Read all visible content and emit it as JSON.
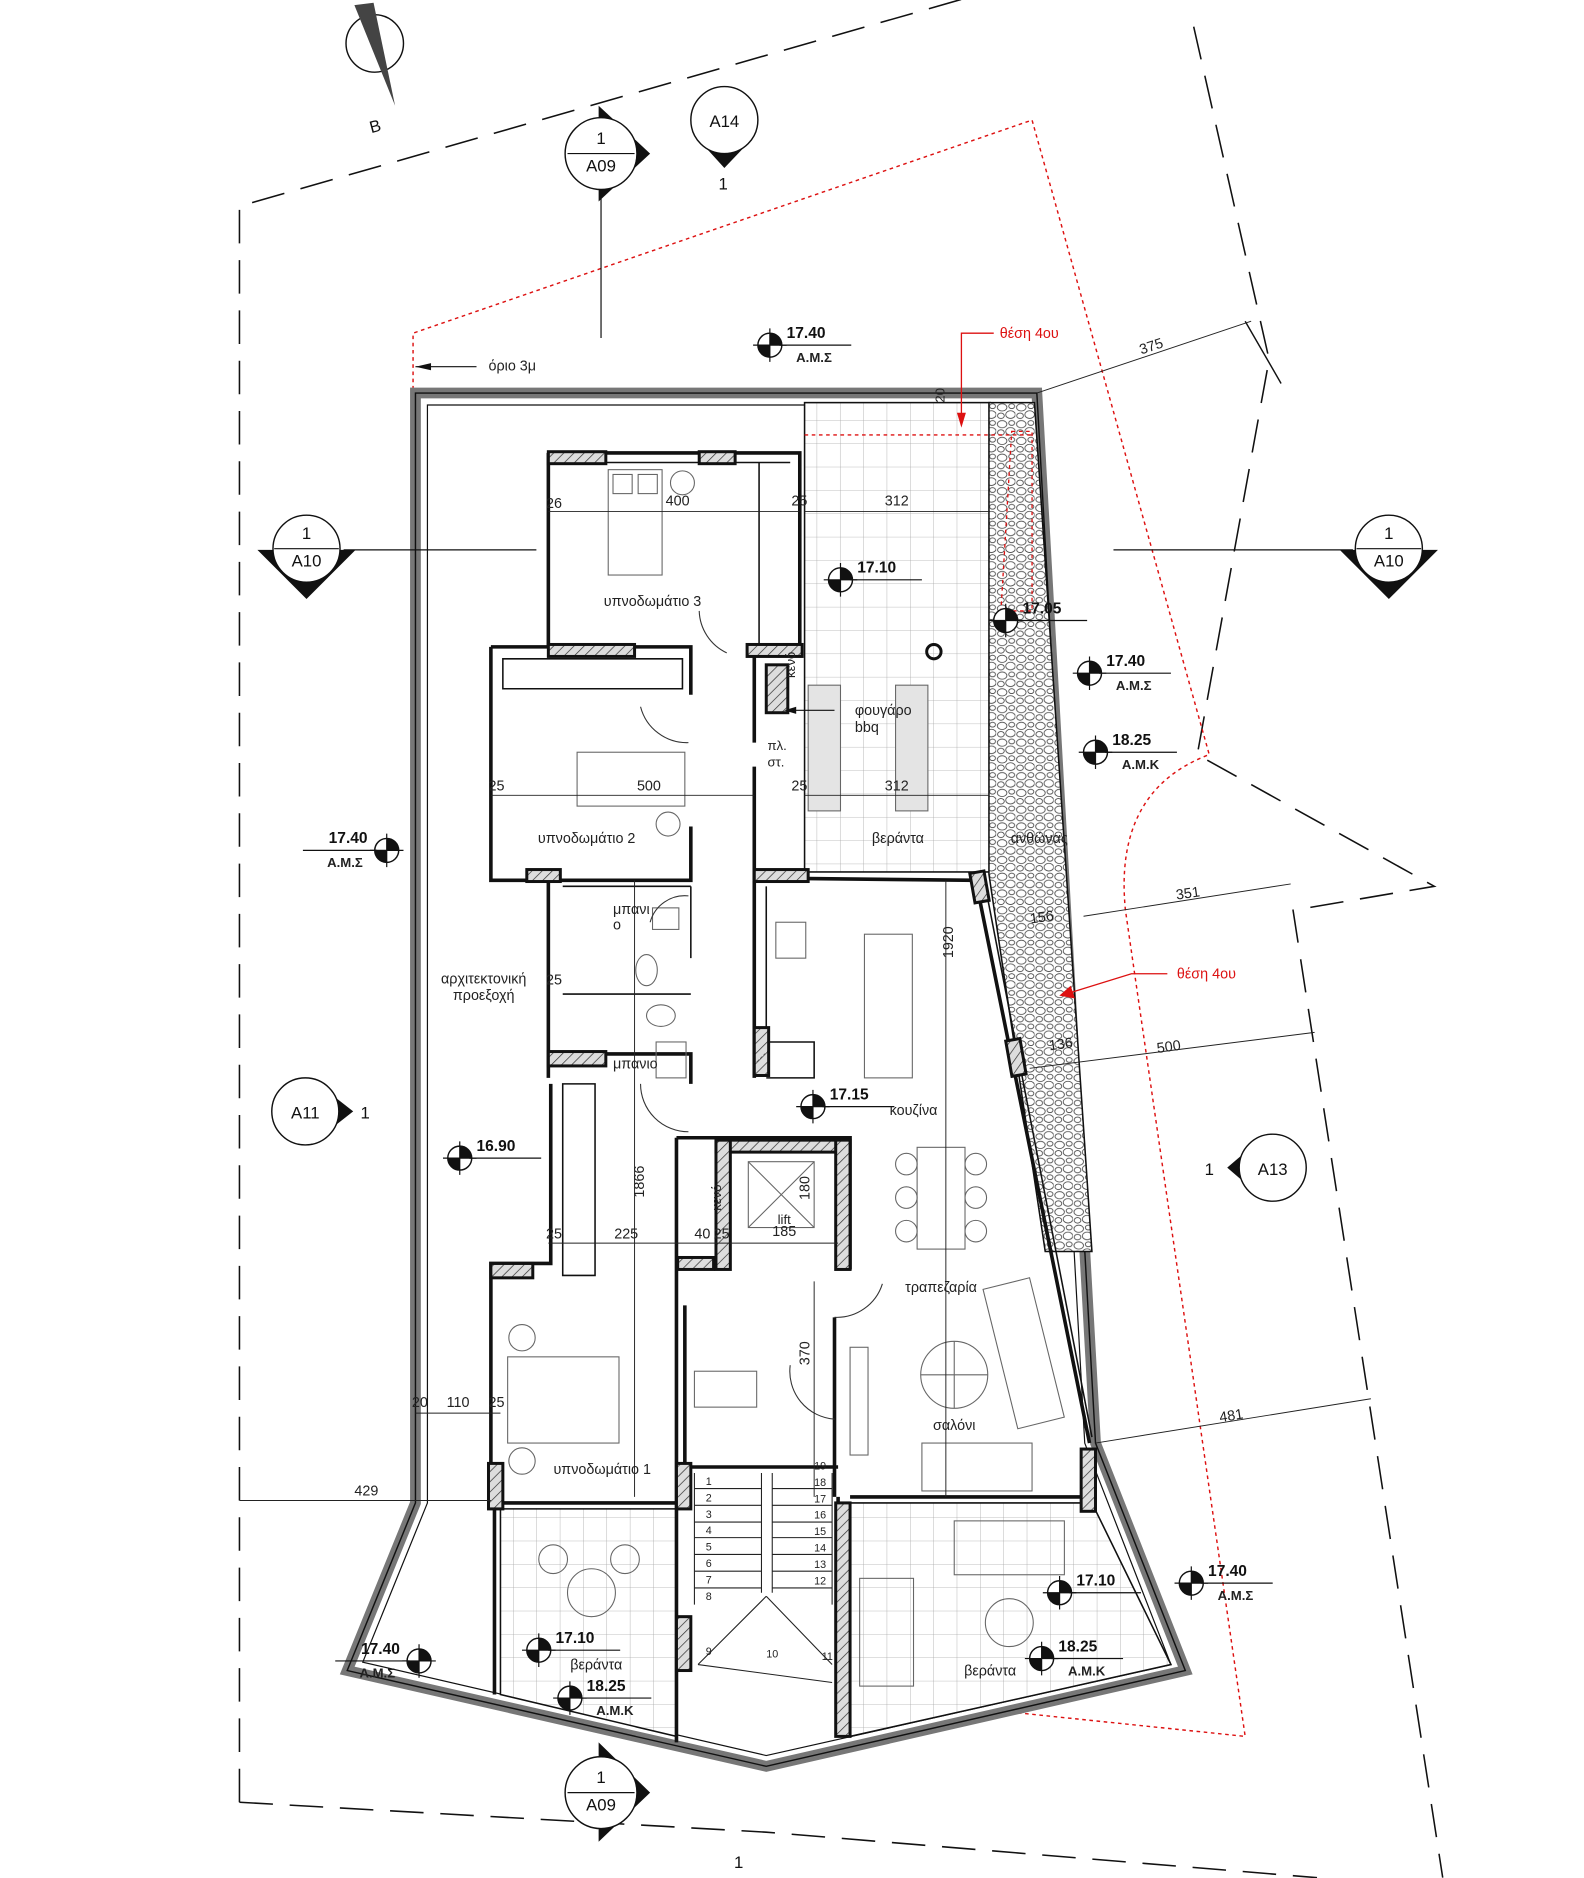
{
  "north": {
    "label": "B"
  },
  "sections": {
    "a09_top": {
      "num": "1",
      "sheet": "A09"
    },
    "a14": {
      "sheet": "A14",
      "num": "1"
    },
    "a10_left": {
      "num": "1",
      "sheet": "A10"
    },
    "a10_right": {
      "num": "1",
      "sheet": "A10"
    },
    "a11": {
      "sheet": "A11",
      "num": "1"
    },
    "a13": {
      "sheet": "A13",
      "num": "1"
    },
    "a09_bottom": {
      "num": "1",
      "sheet": "A09"
    },
    "bottom_num": "1"
  },
  "levels": [
    {
      "value": "17.40",
      "type": "Α.Μ.Σ"
    },
    {
      "value": "17.10"
    },
    {
      "value": "17.05"
    },
    {
      "value": "17.40",
      "type": "Α.Μ.Σ"
    },
    {
      "value": "18.25",
      "type": "Α.Μ.Κ"
    },
    {
      "value": "17.40",
      "type": "Α.Μ.Σ"
    },
    {
      "value": "17.15"
    },
    {
      "value": "16.90"
    },
    {
      "value": "17.10"
    },
    {
      "value": "17.40",
      "type": "Α.Μ.Σ"
    },
    {
      "value": "18.25",
      "type": "Α.Μ.Κ"
    },
    {
      "value": "17.40",
      "type": "Α.Μ.Σ"
    },
    {
      "value": "17.10"
    },
    {
      "value": "18.25",
      "type": "Α.Μ.Κ"
    }
  ],
  "dimensions": [
    "375",
    "20",
    "400",
    "26",
    "25",
    "312",
    "25",
    "500",
    "25",
    "312",
    "1920",
    "351",
    "156",
    "136",
    "500",
    "25",
    "1866",
    "25",
    "225",
    "40",
    "25",
    "185",
    "180",
    "370",
    "20",
    "110",
    "25",
    "429",
    "481"
  ],
  "rooms": {
    "bedroom3": "υπνοδωμάτιο 3",
    "bedroom2": "υπνοδωμάτιο 2",
    "bedroom1": "υπνοδωμάτιο 1",
    "veranda_top": "βεράντα",
    "flowerbed": "ανθώνας",
    "bath1_a": "μπανι",
    "bath1_b": "ο",
    "bath2": "μπανιο",
    "kitchen": "κουζίνα",
    "dining": "τραπεζαρία",
    "living": "σαλόνι",
    "veranda_left": "βεράντα",
    "veranda_right": "βεράντα",
    "lift": "lift"
  },
  "notes": {
    "limit": "όριο 3μ",
    "pos4_top": "θέση 4ου",
    "pos4_right": "θέση 4ου",
    "void1": "κενό",
    "void2": "κενό",
    "bbq_a": "φουγάρο",
    "bbq_b": "bbq",
    "pl_a": "πλ.",
    "pl_b": "στ.",
    "projection_a": "αρχιτεκτονική",
    "projection_b": "προεξοχή"
  },
  "stairs": [
    "1",
    "2",
    "3",
    "4",
    "5",
    "6",
    "7",
    "8",
    "9",
    "10",
    "11",
    "12",
    "13",
    "14",
    "15",
    "16",
    "17",
    "18",
    "19"
  ],
  "colors": {
    "setback": "#d11111",
    "walls": "#111111",
    "tiles": "#bbbbbb"
  }
}
